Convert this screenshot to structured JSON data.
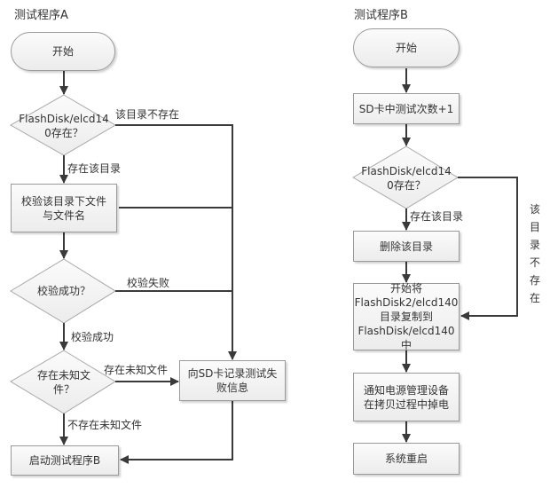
{
  "colors": {
    "line": "#3a3a3a",
    "node_border": "#9a9a9a",
    "node_fill_top": "#fbfbfb",
    "node_fill_bottom": "#ececec",
    "text": "#333333"
  },
  "flowA": {
    "title": "测试程序A",
    "start": "开始",
    "check_dir": "FlashDisk/elcd14\n0存在？",
    "verify": "校验该目录下文件\n与文件名",
    "verify_ok": "校验成功？",
    "unknown_files": "存在未知文\n件？",
    "log_fail": "向SD卡记录测试失\n败信息",
    "launch_b": "启动测试程序B",
    "edges": {
      "dir_not_exist": "该目录不存在",
      "dir_exists": "存在该目录",
      "verify_fail": "校验失败",
      "verify_success": "校验成功",
      "has_unknown": "存在未知文件",
      "no_unknown": "不存在未知文件"
    }
  },
  "flowB": {
    "title": "测试程序B",
    "start": "开始",
    "increment": "SD卡中测试次数+1",
    "check_dir": "FlashDisk/elcd14\n0存在？",
    "delete_dir": "删除该目录",
    "copy": "开始将\nFlashDisk2/elcd140\n目录复制到\nFlashDisk/elcd140中",
    "power_off": "通知电源管理设备\n在拷贝过程中掉电",
    "reboot": "系统重启",
    "edges": {
      "dir_exists": "存在该目录",
      "dir_not_exist": "该\n目\n录\n不\n存\n在"
    }
  }
}
